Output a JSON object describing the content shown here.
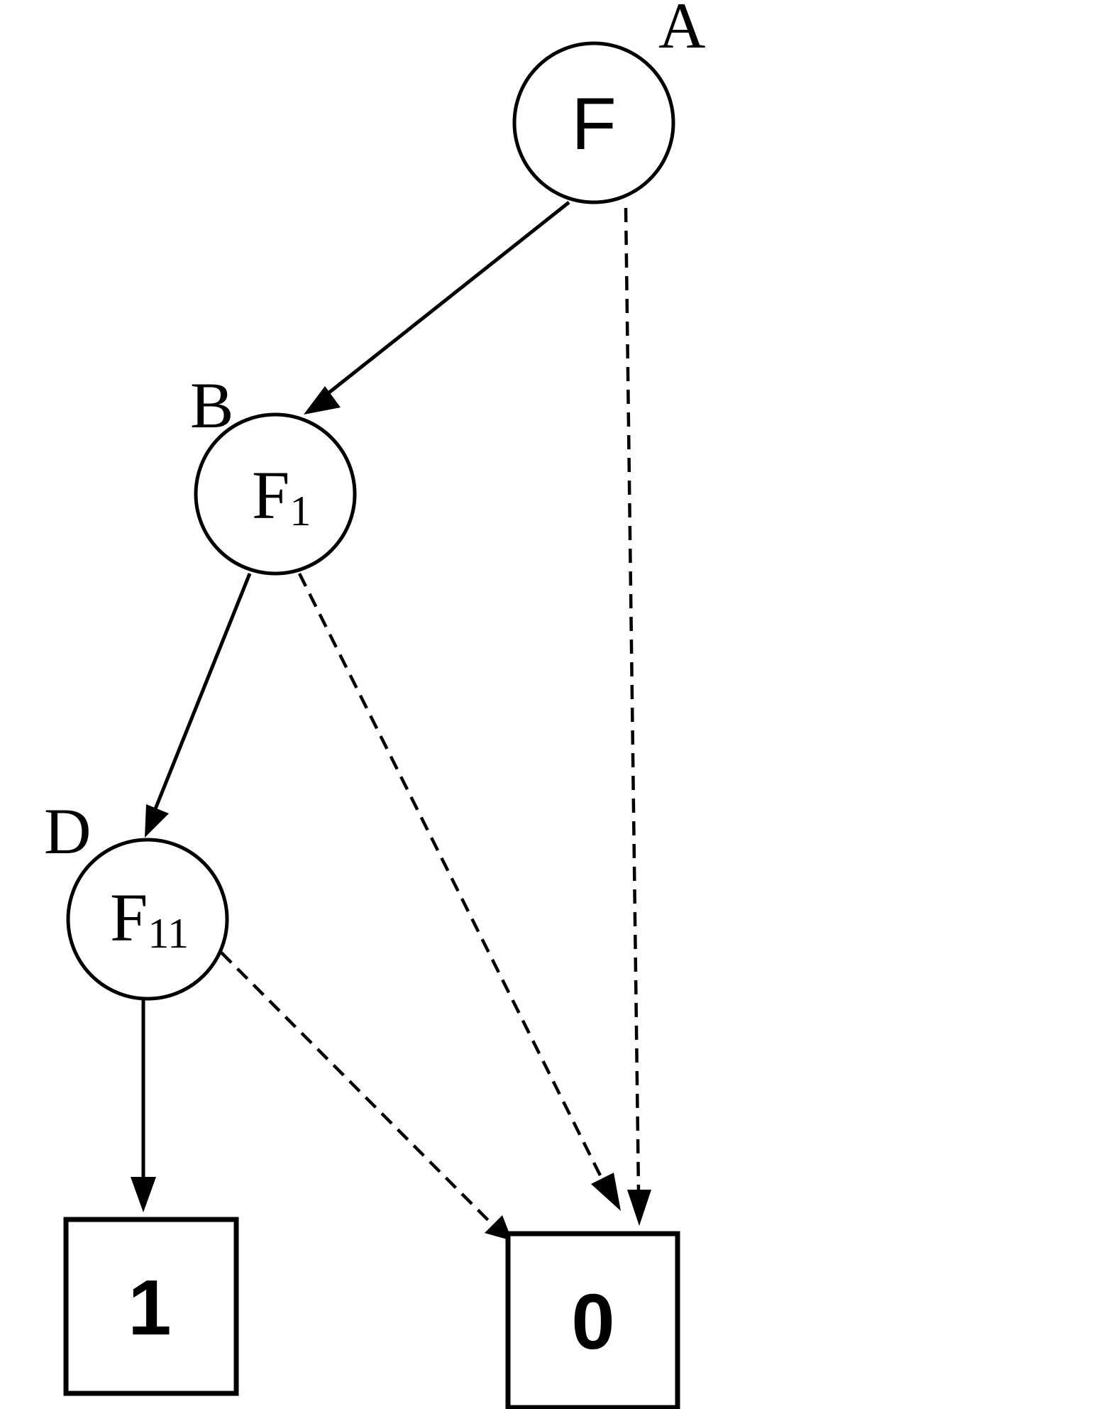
{
  "nodes": {
    "a": {
      "corner_label": "A",
      "main": "F",
      "sub": ""
    },
    "b": {
      "corner_label": "B",
      "main": "F",
      "sub": "1"
    },
    "d": {
      "corner_label": "D",
      "main": "F",
      "sub": "11"
    }
  },
  "terminals": {
    "one": {
      "label": "1"
    },
    "zero": {
      "label": "0"
    }
  },
  "edges": [
    {
      "from": "A",
      "to": "B",
      "style": "solid"
    },
    {
      "from": "A",
      "to": "0",
      "style": "dashed"
    },
    {
      "from": "B",
      "to": "D",
      "style": "solid"
    },
    {
      "from": "B",
      "to": "0",
      "style": "dashed"
    },
    {
      "from": "D",
      "to": "1",
      "style": "solid"
    },
    {
      "from": "D",
      "to": "0",
      "style": "dashed"
    }
  ]
}
